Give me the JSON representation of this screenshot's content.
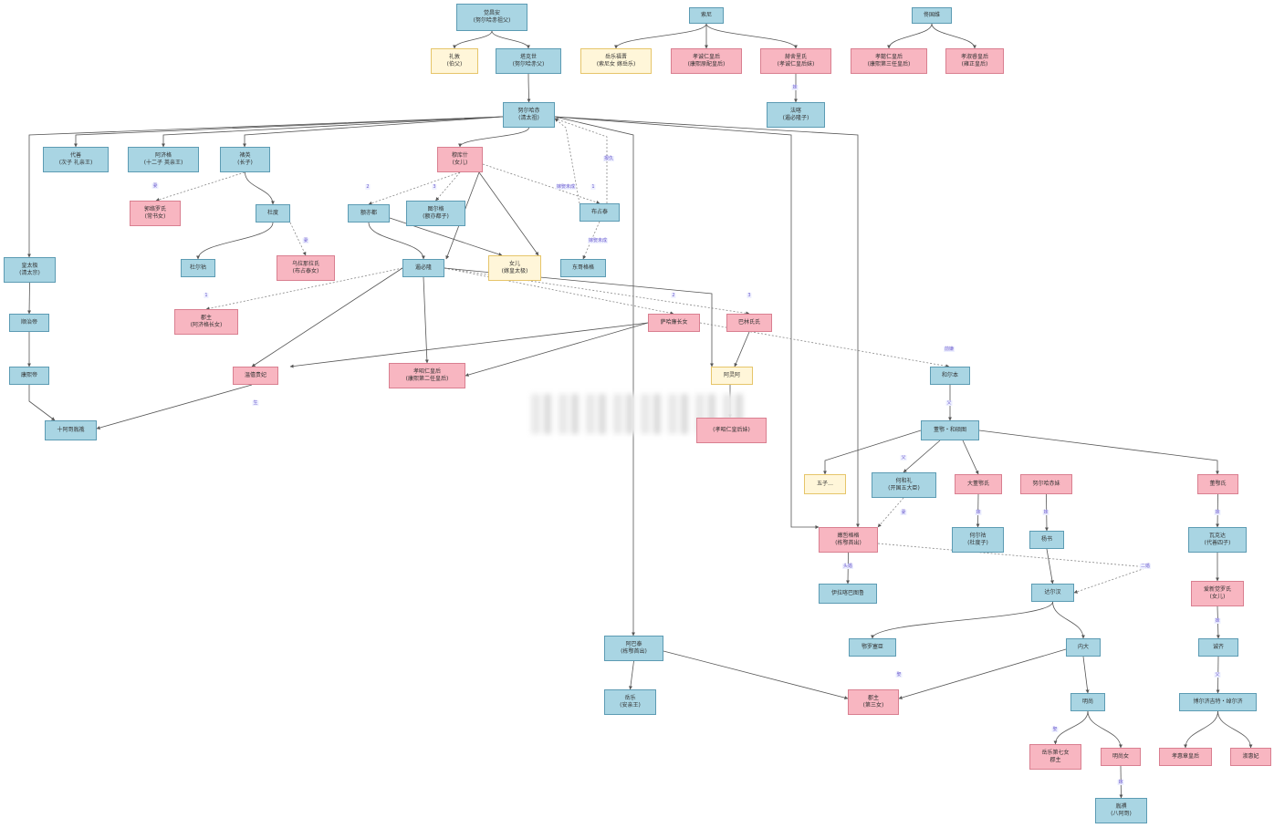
{
  "diagram": {
    "colors": {
      "blue_fill": "#a9d5e3",
      "blue_border": "#5c9bb3",
      "pink_fill": "#f8b6c1",
      "pink_border": "#d97f90",
      "yellow_fill": "#fff6d9",
      "yellow_border": "#e6c56a",
      "edge": "#555555",
      "edge_label": "#6a5acd"
    },
    "nodes": [
      {
        "id": "jiao",
        "text": "觉昌安\n(努尔哈赤祖父)",
        "type": "blue"
      },
      {
        "id": "lidun",
        "text": "礼敦\n(伯父)",
        "type": "yellow"
      },
      {
        "id": "takeshi",
        "text": "塔克世\n(努尔哈赤父)",
        "type": "blue"
      },
      {
        "id": "suoni",
        "text": "索尼",
        "type": "blue"
      },
      {
        "id": "yuele_mother",
        "text": "岳乐福晋\n(索尼女 嫁岳乐)",
        "type": "yellow"
      },
      {
        "id": "xiaocheng",
        "text": "孝诚仁皇后\n(康熙原配皇后)",
        "type": "pink"
      },
      {
        "id": "helishi",
        "text": "赫舍里氏\n(孝诚仁皇后妹)",
        "type": "pink"
      },
      {
        "id": "faha",
        "text": "法喀\n(遏必隆子)",
        "type": "blue"
      },
      {
        "id": "tongguowei",
        "text": "佟国维",
        "type": "blue"
      },
      {
        "id": "xiaoyi",
        "text": "孝懿仁皇后\n(康熙第三任皇后)",
        "type": "pink"
      },
      {
        "id": "xiaoshu",
        "text": "孝淑睿皇后\n(雍正皇后)",
        "type": "pink"
      },
      {
        "id": "nurhaci",
        "text": "努尔哈赤\n(清太祖)",
        "type": "blue"
      },
      {
        "id": "daishan",
        "text": "代善\n(次子 礼亲王)",
        "type": "blue"
      },
      {
        "id": "ajige",
        "text": "阿济格\n(十二子 英亲王)",
        "type": "blue"
      },
      {
        "id": "chuying",
        "text": "褚英\n(长子)",
        "type": "blue"
      },
      {
        "id": "muku",
        "text": "穆库什\n(女儿)",
        "type": "pink"
      },
      {
        "id": "guoluo",
        "text": "郭络罗氏\n(常书女)",
        "type": "pink"
      },
      {
        "id": "dudu",
        "text": "杜度",
        "type": "blue"
      },
      {
        "id": "edu",
        "text": "额亦都",
        "type": "blue"
      },
      {
        "id": "tuerge",
        "text": "图尔格\n(额亦都子)",
        "type": "blue"
      },
      {
        "id": "buzhantai",
        "text": "布占泰",
        "type": "blue"
      },
      {
        "id": "huangtaiji",
        "text": "皇太极\n(清太宗)",
        "type": "blue"
      },
      {
        "id": "duole",
        "text": "杜尔祜",
        "type": "blue"
      },
      {
        "id": "wula_mrs",
        "text": "乌拉那拉氏\n(布占泰女)",
        "type": "pink"
      },
      {
        "id": "ebilong",
        "text": "遏必隆",
        "type": "blue"
      },
      {
        "id": "daughter",
        "text": "女儿\n(嫁皇太极)",
        "type": "yellow"
      },
      {
        "id": "dongge",
        "text": "东哥格格",
        "type": "blue"
      },
      {
        "id": "shunzhi",
        "text": "顺治帝",
        "type": "blue"
      },
      {
        "id": "xiangjun",
        "text": "郡主\n(阿济格长女)",
        "type": "pink"
      },
      {
        "id": "saha",
        "text": "萨哈廉长女",
        "type": "pink"
      },
      {
        "id": "balin",
        "text": "巴林氏氏",
        "type": "pink"
      },
      {
        "id": "kangxi",
        "text": "康熙帝",
        "type": "blue"
      },
      {
        "id": "wenxi",
        "text": "温僖贵妃",
        "type": "pink"
      },
      {
        "id": "xiaozhao",
        "text": "孝昭仁皇后\n(康熙第二任皇后)",
        "type": "pink"
      },
      {
        "id": "alingga",
        "text": "阿灵阿",
        "type": "yellow"
      },
      {
        "id": "helishi2",
        "text": "(孝昭仁皇后妹)",
        "type": "pink"
      },
      {
        "id": "heerben",
        "text": "和尔本",
        "type": "blue"
      },
      {
        "id": "yinti",
        "text": "十阿哥胤䄉",
        "type": "blue"
      },
      {
        "id": "donge",
        "text": "董鄂・和硕图",
        "type": "blue"
      },
      {
        "id": "wuzi",
        "text": "五子…",
        "type": "yellow"
      },
      {
        "id": "hehe",
        "text": "何和礼\n(开国五大臣)",
        "type": "blue"
      },
      {
        "id": "dadong",
        "text": "大董鄂氏",
        "type": "pink"
      },
      {
        "id": "nurhaci_sister",
        "text": "努尔哈赤妹",
        "type": "pink"
      },
      {
        "id": "dongeshi",
        "text": "董鄂氏",
        "type": "pink"
      },
      {
        "id": "nenzhe",
        "text": "嫩哲格格\n(栋鄂首出)",
        "type": "pink"
      },
      {
        "id": "hebe",
        "text": "何尔祜\n(杜度子)",
        "type": "blue"
      },
      {
        "id": "yangshu",
        "text": "杨书",
        "type": "blue"
      },
      {
        "id": "gekeda",
        "text": "瓦克达\n(代善四子)",
        "type": "blue"
      },
      {
        "id": "yilabu",
        "text": "伊拉喀巴图鲁",
        "type": "blue"
      },
      {
        "id": "daerhan",
        "text": "达尔汉",
        "type": "blue"
      },
      {
        "id": "aixin",
        "text": "爱新觉罗氏\n(女儿)",
        "type": "pink"
      },
      {
        "id": "abatai",
        "text": "阿巴泰\n(栋鄂首出)",
        "type": "blue"
      },
      {
        "id": "eluosai",
        "text": "鄂罗塞臣",
        "type": "blue"
      },
      {
        "id": "neida",
        "text": "内大",
        "type": "blue"
      },
      {
        "id": "chengqi",
        "text": "诚齐",
        "type": "blue"
      },
      {
        "id": "yuele",
        "text": "岳乐\n(安亲王)",
        "type": "blue"
      },
      {
        "id": "junzhu",
        "text": "郡主\n(第三女)",
        "type": "pink"
      },
      {
        "id": "mingshang",
        "text": "明尚",
        "type": "blue"
      },
      {
        "id": "boer",
        "text": "博尔济吉特・绰尔济",
        "type": "blue"
      },
      {
        "id": "yuele7",
        "text": "岳乐第七女\n郡主",
        "type": "pink"
      },
      {
        "id": "mingshangnv",
        "text": "明尚女",
        "type": "pink"
      },
      {
        "id": "xiaohui",
        "text": "孝惠章皇后",
        "type": "pink"
      },
      {
        "id": "shufei",
        "text": "淑惠妃",
        "type": "pink"
      },
      {
        "id": "yinsi",
        "text": "胤禩\n(八阿哥)",
        "type": "blue"
      }
    ],
    "edge_labels": [
      {
        "id": "l_helishi_faha",
        "text": "妹"
      },
      {
        "id": "l_chuying_guoluo",
        "text": "妻"
      },
      {
        "id": "l_dudu_wula",
        "text": "妻"
      },
      {
        "id": "l_muku_2",
        "text": "2"
      },
      {
        "id": "l_muku_3",
        "text": "3"
      },
      {
        "id": "l_muku_1",
        "text": "1"
      },
      {
        "id": "l_nur_bu",
        "text": "嫁娶未成"
      },
      {
        "id": "l_bu_nur",
        "text": "报仇"
      },
      {
        "id": "l_bu_dong",
        "text": "嫁娶未成"
      },
      {
        "id": "l_eb_1",
        "text": "1"
      },
      {
        "id": "l_eb_2",
        "text": "2"
      },
      {
        "id": "l_eb_3",
        "text": "3"
      },
      {
        "id": "l_saha_heer",
        "text": "前嫌"
      },
      {
        "id": "l_wenxi_yinti",
        "text": "生"
      },
      {
        "id": "l_heer_dong",
        "text": "父"
      },
      {
        "id": "l_dong_hehe",
        "text": "父"
      },
      {
        "id": "l_hehe_nen",
        "text": "妻"
      },
      {
        "id": "l_dadong_hebe",
        "text": "妹"
      },
      {
        "id": "l_nsis_yang",
        "text": "妹"
      },
      {
        "id": "l_dongeshi_gekeda",
        "text": "妹"
      },
      {
        "id": "l_nen_yila",
        "text": "头婚"
      },
      {
        "id": "l_nen_da",
        "text": "二婚"
      },
      {
        "id": "l_aixin_chengqi",
        "text": "妹"
      },
      {
        "id": "l_chengqi_boer",
        "text": "父"
      },
      {
        "id": "l_neida_junzhu",
        "text": "娶"
      },
      {
        "id": "l_ming_yuele7",
        "text": "娶"
      },
      {
        "id": "l_mingnv_yinsi",
        "text": "嫁"
      }
    ]
  }
}
